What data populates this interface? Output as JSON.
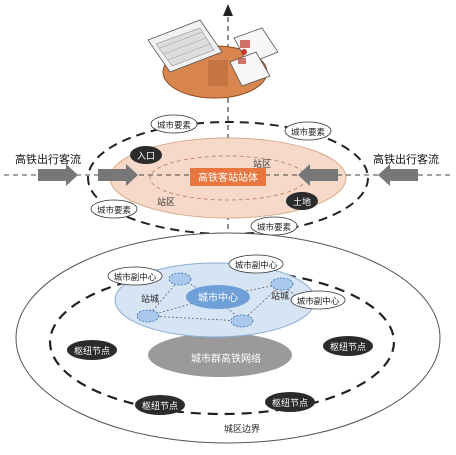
{
  "labels": {
    "flow_left": "高铁出行客流",
    "flow_right": "高铁出行客流",
    "station_core": "高铁客站站体",
    "entrance": "入口",
    "land": "土地",
    "station_area_1": "站区",
    "station_area_2": "站区",
    "city_element": "城市要素",
    "city_center": "城市中心",
    "city_subcenter": "城市副中心",
    "station_city": "站城",
    "network": "城市群高铁网络",
    "hub_node": "枢纽节点",
    "district_boundary": "城区边界"
  },
  "colors": {
    "orange": "#d9864e",
    "orange_dark": "#8a4a20",
    "peach": "#f6d9c8",
    "station_fill": "#e9763f",
    "blue_light": "#d6e4f3",
    "blue_mid": "#6f9fd8",
    "blue_node": "#a9c8ec",
    "gray_disc": "#9a9a9a",
    "dark": "#2b2b2b",
    "line": "#222222"
  }
}
